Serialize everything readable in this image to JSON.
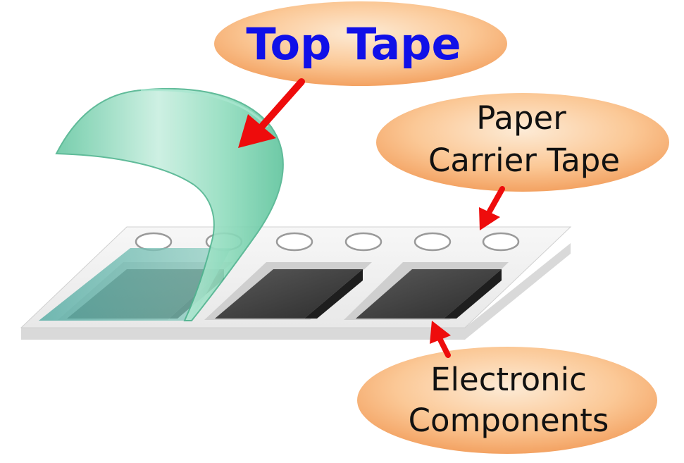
{
  "labels": {
    "top_tape": "Top Tape",
    "paper_carrier_tape": [
      "Paper",
      "Carrier Tape"
    ],
    "electronic_components": [
      "Electronic",
      "Components"
    ]
  },
  "colors": {
    "top_tape_text": "#1010e8",
    "label_text": "#111111",
    "bubble_center": "#fde6cc",
    "bubble_edge": "#f6ae74",
    "arrow": "#ee0c0c",
    "tape_top": "#f1f1f1",
    "tape_side": "#d6d6d6",
    "component": "#3a3a3a",
    "cover_tape": "#7fd6b3"
  }
}
